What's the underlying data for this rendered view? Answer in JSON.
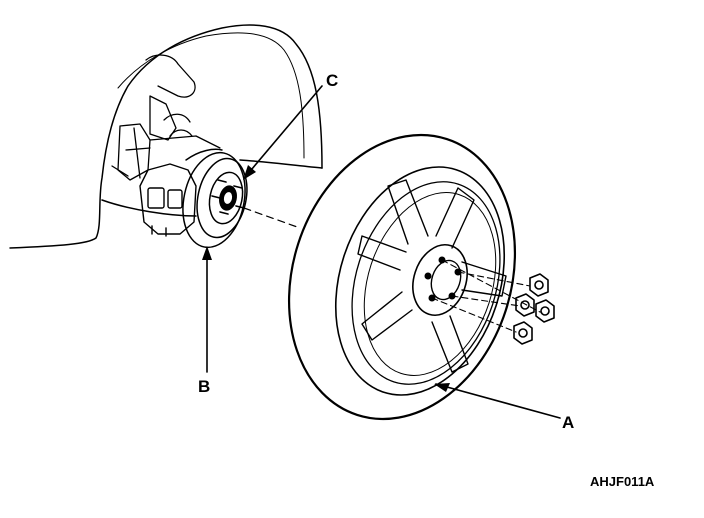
{
  "figure": {
    "callouts": {
      "a": "A",
      "b": "B",
      "c": "C"
    },
    "figure_code": "AHJF011A",
    "parts": {
      "wheel": "wheel-and-tire",
      "hub": "hub-and-brake-rotor",
      "studs": "wheel-studs",
      "nuts": "lug-nuts",
      "fender": "wheel-arch"
    }
  }
}
